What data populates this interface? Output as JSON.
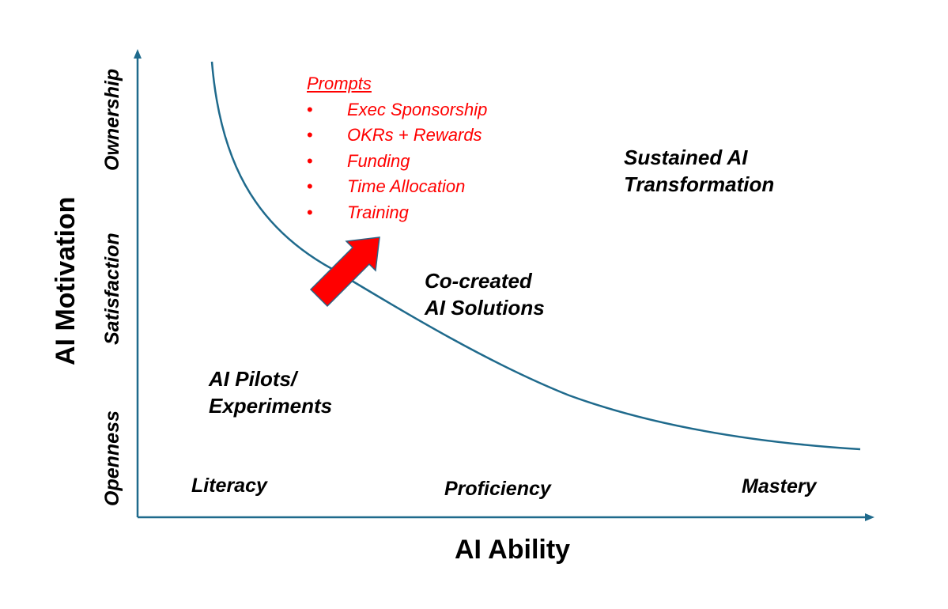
{
  "diagram": {
    "y_axis": {
      "title": "AI Motivation",
      "levels": [
        "Openness",
        "Satisfaction",
        "Ownership"
      ]
    },
    "x_axis": {
      "title": "AI Ability",
      "levels": [
        "Literacy",
        "Proficiency",
        "Mastery"
      ]
    },
    "zones": {
      "pilots": [
        "AI Pilots/",
        "Experiments"
      ],
      "cocreated": [
        "Co-created",
        "AI Solutions"
      ],
      "sustained": [
        "Sustained AI",
        "Transformation"
      ]
    },
    "prompts": {
      "heading": "Prompts",
      "bullet": "•",
      "items": [
        "Exec Sponsorship",
        "OKRs + Rewards",
        "Funding",
        "Time Allocation",
        "Training"
      ]
    },
    "colors": {
      "axis": "#1f6a8c",
      "curve": "#1f6a8c",
      "arrow_fill": "#ff0000",
      "arrow_stroke": "#2d6283",
      "prompt_text": "#ff0000",
      "label_text": "#000000"
    }
  }
}
